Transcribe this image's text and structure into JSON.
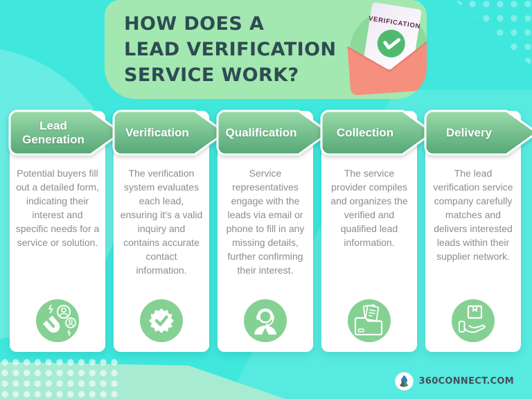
{
  "title": {
    "line1": "HOW DOES A",
    "line2": "LEAD VERIFICATION",
    "line3": "SERVICE WORK?"
  },
  "illustration": {
    "document_label": "VERIFICATION"
  },
  "steps": [
    {
      "title": "Lead Generation",
      "description": "Potential buyers fill out a detailed form, indicating their interest and specific needs for a service or solution.",
      "icon": "magnet-leads-icon"
    },
    {
      "title": "Verification",
      "description": "The verification system evaluates each lead, ensuring it's a valid inquiry and contains accurate contact information.",
      "icon": "verified-badge-icon"
    },
    {
      "title": "Qualification",
      "description": "Service representatives engage with the leads via email or phone to fill in any missing details, further confirming their interest.",
      "icon": "support-agent-icon"
    },
    {
      "title": "Collection",
      "description": "The service provider compiles and organizes the verified and qualified lead information.",
      "icon": "folder-documents-icon"
    },
    {
      "title": "Delivery",
      "description": "The lead verification service company carefully matches and delivers interested leads within their supplier network.",
      "icon": "hand-package-icon"
    }
  ],
  "footer": {
    "website": "360CONNECT.COM"
  },
  "colors": {
    "background": "#3FE7DD",
    "title_panel": "#A3E8B0",
    "title_text": "#2E4B52",
    "header_gradient_top": "#9ADBA8",
    "header_gradient_bottom": "#55A677",
    "body_text": "#8B8B93",
    "icon_circle": "#85D193",
    "mint_accent": "#A8EBD3",
    "envelope": "#F5907F",
    "check_green": "#4FBA6F"
  }
}
